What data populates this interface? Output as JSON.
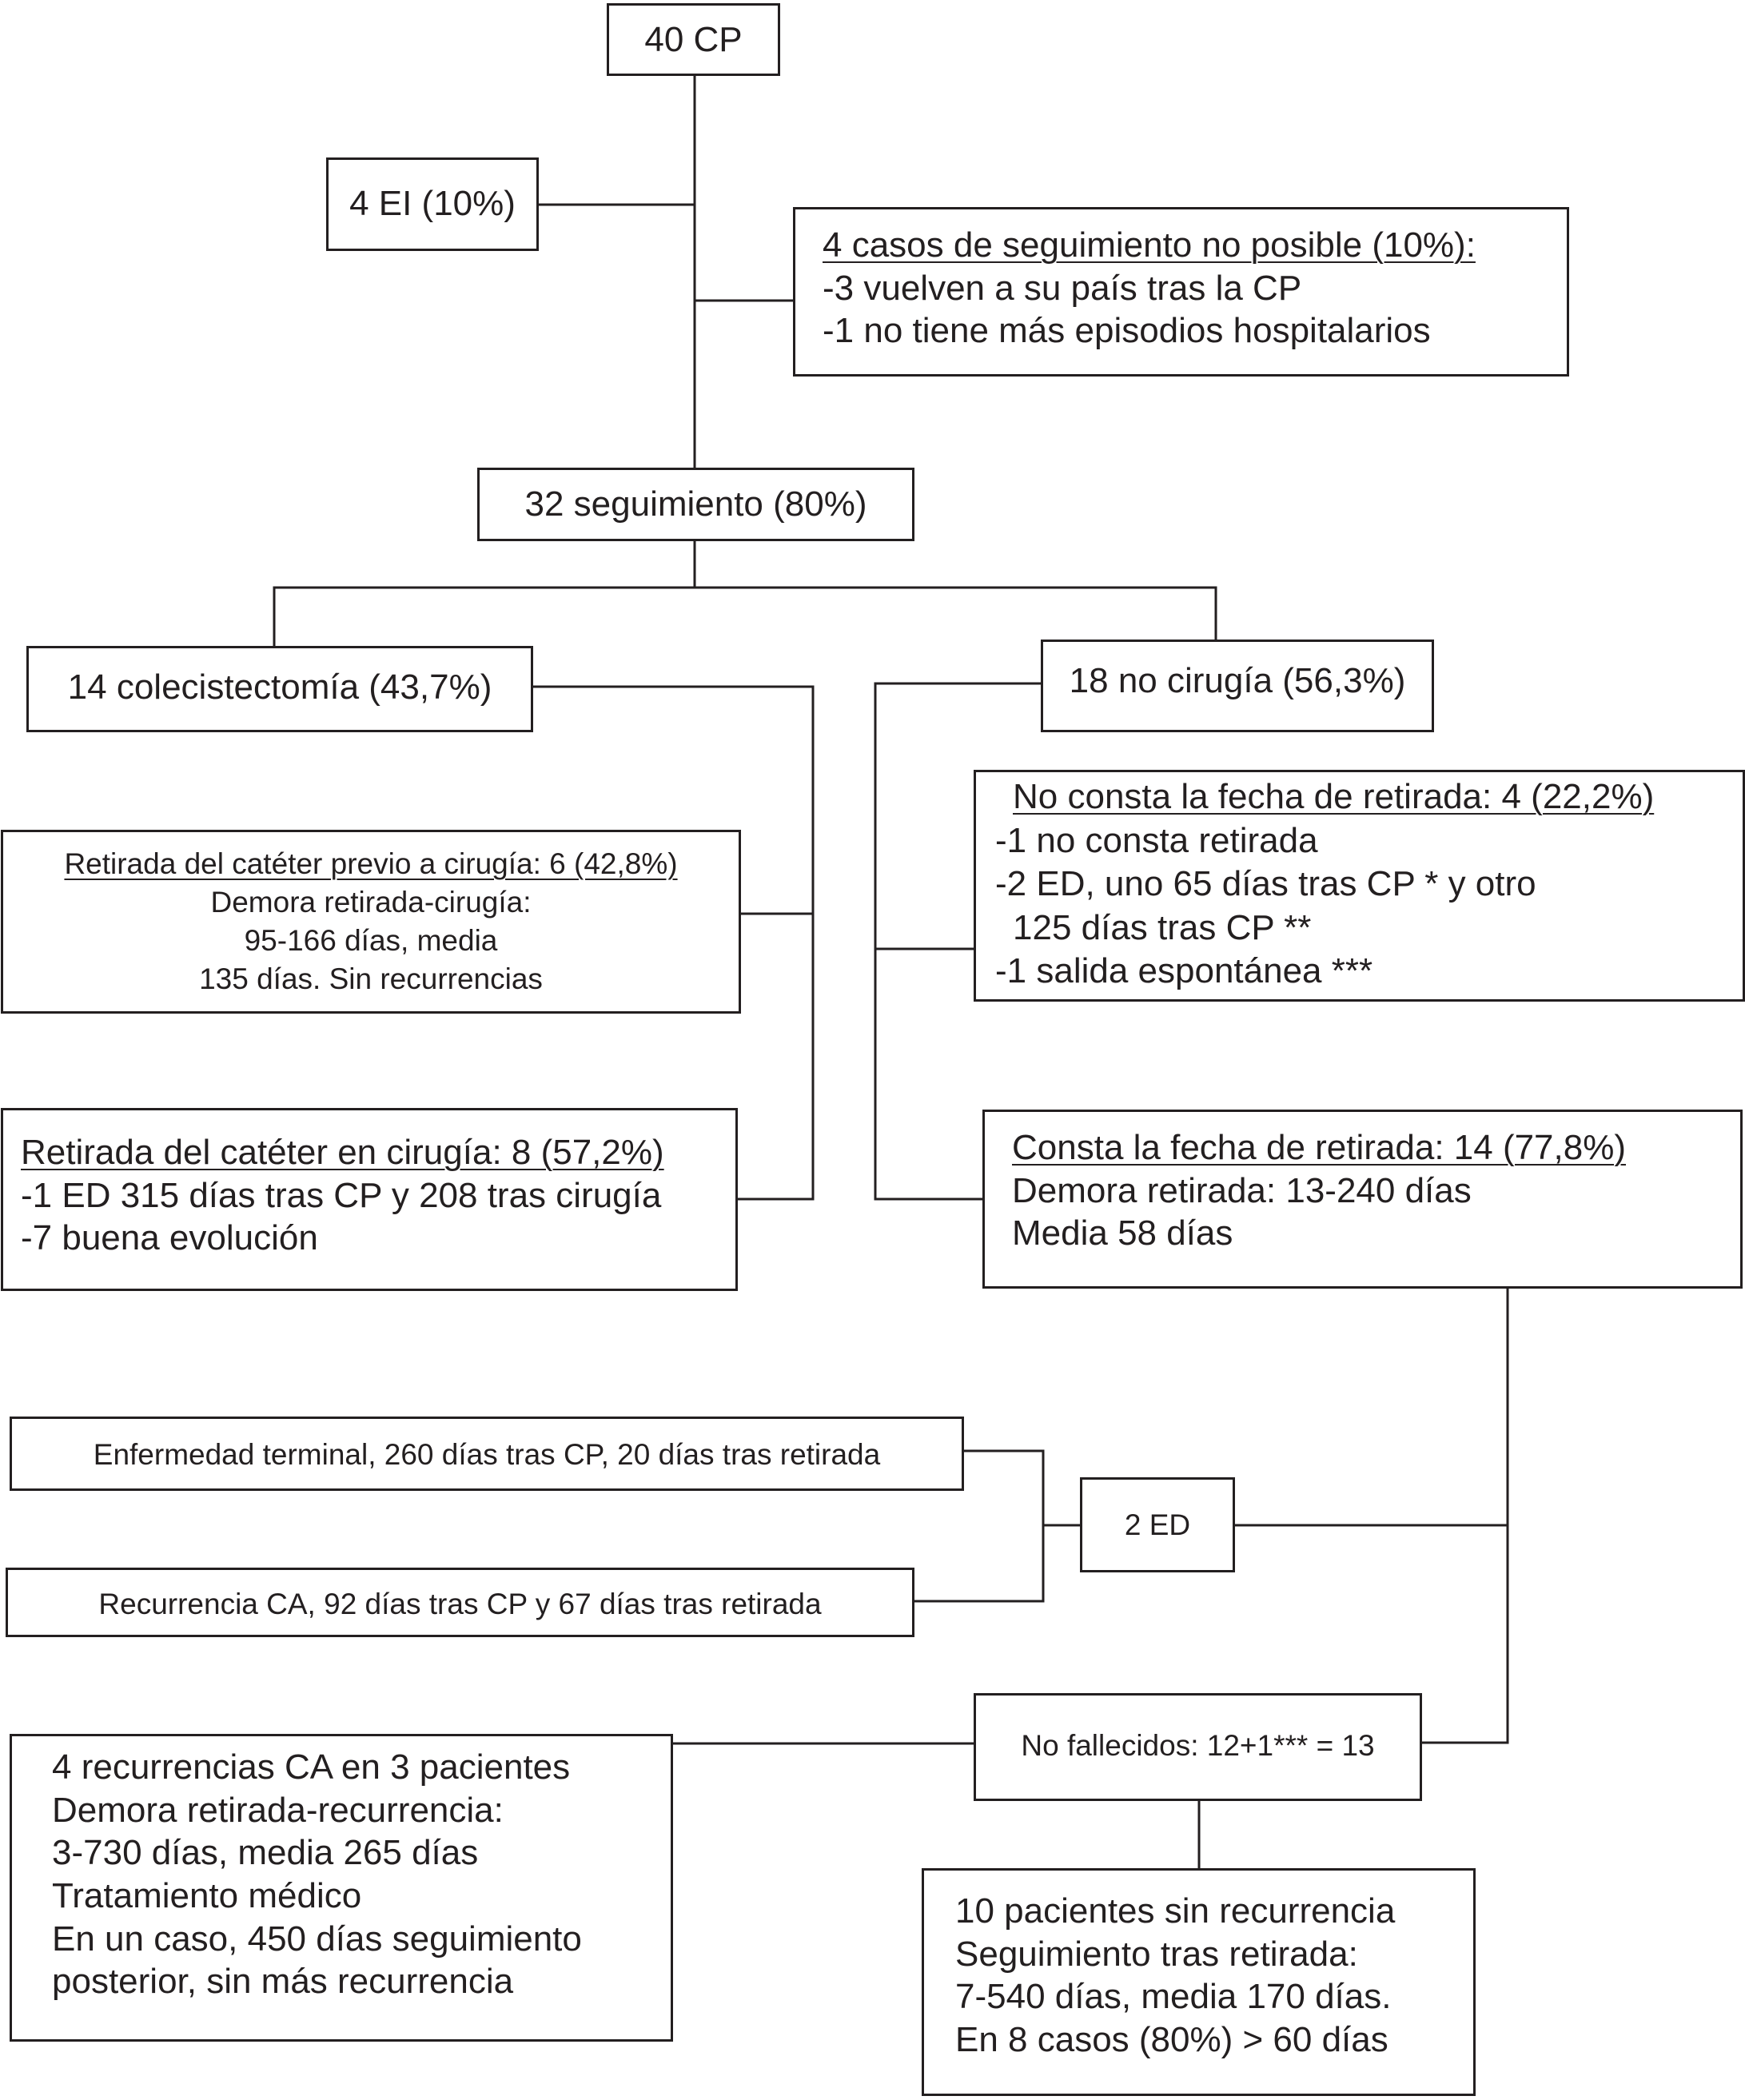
{
  "nodes": {
    "root": {
      "lines": [
        "40 CP"
      ]
    },
    "ei": {
      "lines": [
        "4 EI (10%)"
      ]
    },
    "no_follow": {
      "lines": [
        "4 casos de seguimiento no posible (10%):",
        "-3 vuelven a su país tras la CP",
        "-1 no tiene más episodios hospitalarios"
      ]
    },
    "followup": {
      "lines": [
        "32 seguimiento (80%)"
      ]
    },
    "chole": {
      "lines": [
        "14 colecistectomía (43,7%)"
      ]
    },
    "nosurg": {
      "lines": [
        "18 no cirugía (56,3%)"
      ]
    },
    "pre_surg": {
      "lines": [
        "Retirada del catéter previo a cirugía: 6 (42,8%)",
        "Demora retirada-cirugía:",
        "95-166 días, media",
        "135 días. Sin recurrencias"
      ]
    },
    "in_surg": {
      "lines": [
        "Retirada del catéter en cirugía: 8 (57,2%)",
        "-1 ED 315 días tras CP y 208 tras cirugía",
        "-7 buena evolución"
      ]
    },
    "no_date": {
      "lines": [
        "No consta la fecha de retirada: 4 (22,2%)",
        "-1 no consta retirada",
        "-2 ED, uno 65 días tras CP * y otro",
        "125 días tras CP **",
        "-1 salida espontánea ***"
      ]
    },
    "date": {
      "lines": [
        "Consta la fecha de retirada: 14 (77,8%)",
        "Demora retirada: 13-240 días",
        "Media 58 días"
      ]
    },
    "terminal": {
      "lines": [
        "Enfermedad terminal, 260 días tras CP, 20 días tras retirada"
      ]
    },
    "recur_ca": {
      "lines": [
        "Recurrencia CA, 92 días tras CP y 67 días tras retirada"
      ]
    },
    "ed2": {
      "lines": [
        "2 ED"
      ]
    },
    "alive": {
      "lines": [
        "No fallecidos: 12+1*** = 13"
      ]
    },
    "recur4": {
      "lines": [
        "4 recurrencias CA en 3 pacientes",
        "Demora retirada-recurrencia:",
        "3-730 días, media 265 días",
        "Tratamiento médico",
        "En un caso, 450 días seguimiento",
        "posterior, sin más recurrencia"
      ]
    },
    "norecur": {
      "lines": [
        "10 pacientes sin recurrencia",
        "Seguimiento tras retirada:",
        "7-540 días, media 170 días.",
        "En 8 casos (80%) > 60 días"
      ]
    }
  }
}
